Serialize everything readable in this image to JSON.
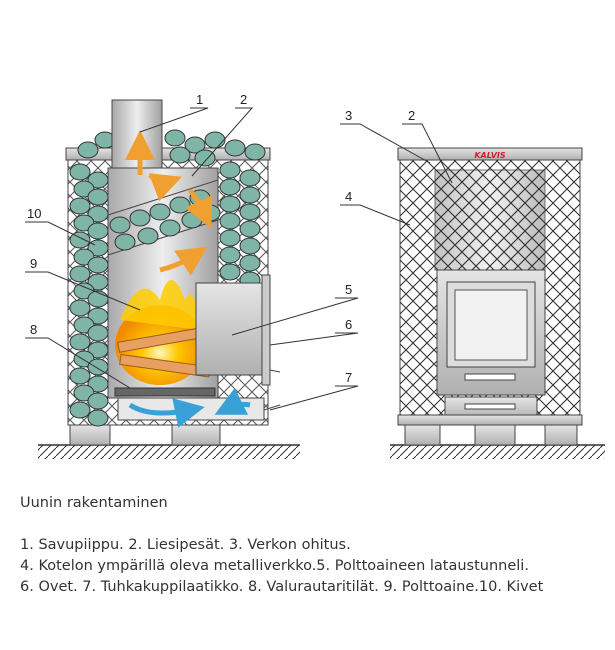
{
  "diagram": {
    "brand_logo": "KALVIS",
    "left_labels": [
      "1",
      "2",
      "10",
      "9",
      "8",
      "5",
      "6",
      "7"
    ],
    "right_labels": [
      "3",
      "2",
      "4"
    ]
  },
  "caption": {
    "title": "Uunin rakentaminen",
    "lines": [
      "1. Savupiippu. 2. Liesipesät. 3. Verkon ohitus.",
      "4. Kotelon ympärillä oleva metalliverkko.5. Polttoaineen lataustunneli.",
      "6. Ovet. 7. Tuhkakuppilaatikko. 8. Valurautaritilät. 9. Polttoaine.10. Kivet"
    ]
  },
  "colors": {
    "metal": "#c8c8c8",
    "stone": "#7fb5a6",
    "flame": "#f5b800",
    "arrow": "#f0a030",
    "air": "#3aa0d8"
  }
}
